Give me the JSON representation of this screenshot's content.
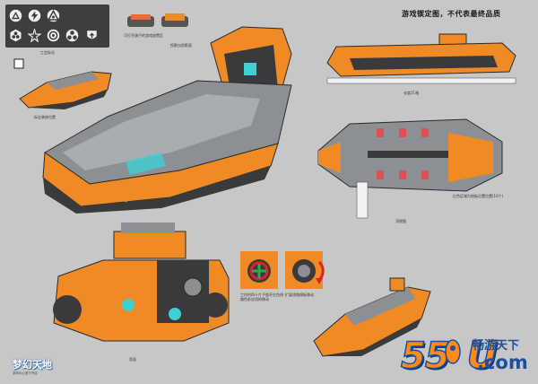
{
  "header": {
    "title": "游戏锲定图，不代表最终品质"
  },
  "colors": {
    "hull_orange": "#f08a24",
    "hull_dark": "#3a3a3c",
    "hull_grey": "#8c8f93",
    "accent_teal": "#3fd0d4",
    "background": "#c7c7c7"
  },
  "icon_panel": {
    "icons": [
      "triangle-emblem-icon",
      "lightning-circle-icon",
      "triangle-eye-icon",
      "hexagon-flower-icon",
      "star-burst-icon",
      "target-swirl-icon",
      "biohazard-icon",
      "shield-arrow-icon"
    ],
    "caption": "工会标志"
  },
  "captions": {
    "flag_mount": "可打开旗子的游戏放置区",
    "projection": "投影仪投影面",
    "emblem_position": "标志装修位置",
    "length": "长度21格",
    "top_view": "顶视图",
    "red_zone": "红色区域为地板位置位置(10个)",
    "back_view": "背面",
    "cross_caption": "工作时四十片子放开红色线路色彩应用的移动",
    "expand_caption": "扩展线路模板移动"
  },
  "watermark": {
    "logo_text": "梦幻天地",
    "logo_sub": "游戏中心官方专区",
    "site_number": "55",
    "site_u": "U",
    "site_zh": "畅游天下",
    "site_com": ".com"
  }
}
